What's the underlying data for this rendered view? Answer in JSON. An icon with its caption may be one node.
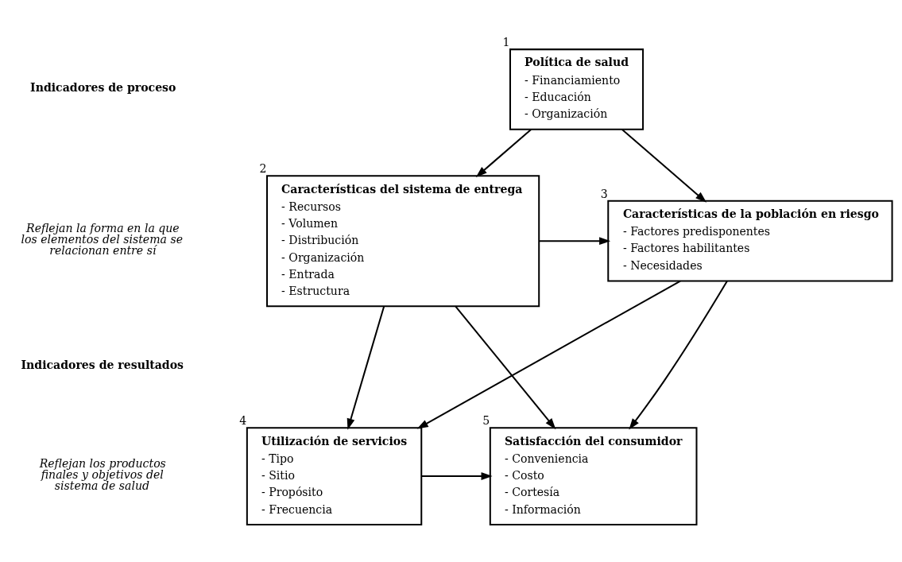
{
  "diagram": {
    "nodes": [
      {
        "text": [
          "Política de salud",
          "- Financiamiento",
          "- Educación",
          "- Organización"
        ],
        "beside": [
          "1"
        ]
      },
      {
        "text": [
          "Características del sistema de entrega",
          "- Recursos",
          "- Volumen",
          "- Distribución",
          "- Organización",
          "- Entrada",
          "- Estructura"
        ],
        "beside": [
          "2"
        ]
      },
      {
        "text": [
          "Características de la población en riesgo",
          "- Factores predisponentes",
          "- Factores habilitantes",
          "- Necesidades"
        ],
        "beside": [
          "3"
        ]
      },
      {
        "text": [
          "Utilización de servicios",
          "- Tipo",
          "- Sitio",
          "- Propósito",
          "- Frecuencia"
        ],
        "beside": [
          "4"
        ]
      },
      {
        "text": [
          "Satisfacción del consumidor",
          "- Conveniencia",
          "- Costo",
          "- Cortesía",
          "- Información"
        ],
        "beside": [
          "5"
        ]
      }
    ],
    "edges": [
      {
        "from": 0,
        "to": 1,
        "arrow": "to"
      },
      {
        "from": 0,
        "to": 2,
        "arrow": "to"
      },
      {
        "from": 1,
        "to": 2,
        "arrow": "to"
      },
      {
        "from": 1,
        "to": 3,
        "arrow": "to"
      },
      {
        "from": 1,
        "to": 4,
        "arrow": "to"
      },
      {
        "from": 2,
        "to": 3,
        "arrow": "to"
      },
      {
        "from": 2,
        "to": 4,
        "arrow": "to"
      },
      {
        "from": 3,
        "to": 4,
        "arrow": "to"
      }
    ],
    "labels": [
      "Indicadores de proceso",
      "Reflejan la forma en la que los elementos del sistema se relacionan entre sí",
      "Indicadores de resultados",
      "Reflejan los productos finales y objetivos del sistema de salud"
    ]
  }
}
